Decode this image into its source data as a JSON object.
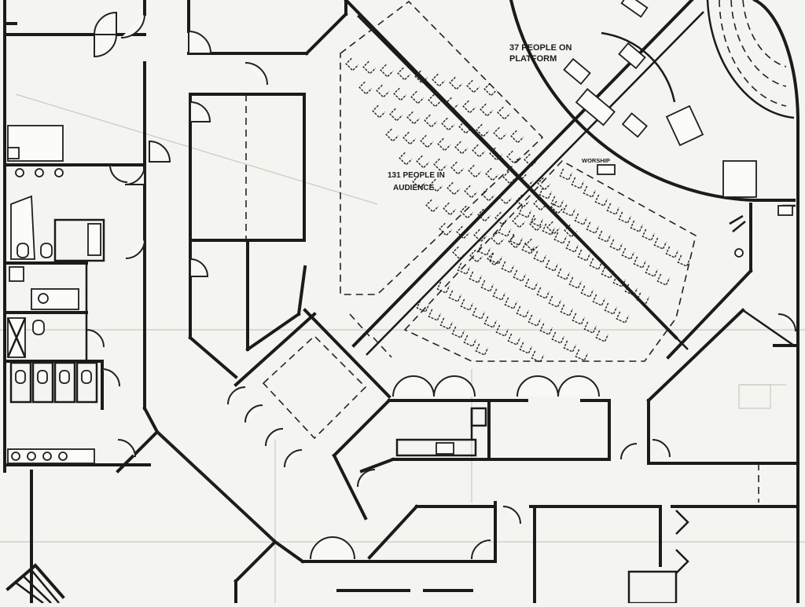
{
  "labels": {
    "platform": [
      "37 PEOPLE ON",
      "PLATFORM"
    ],
    "audience": [
      "131 PEOPLE IN",
      "AUDIENCE"
    ],
    "worship": "WORSHIP"
  },
  "colors": {
    "paper": "#f4f4f1",
    "ink": "#1b1b1b",
    "ghost_lines": "#c9c9c4"
  },
  "icons": {
    "door": "door-swing-arc",
    "toilet": "toilet-fixture",
    "sink": "sink-fixture",
    "chair": "chair-symbol"
  }
}
